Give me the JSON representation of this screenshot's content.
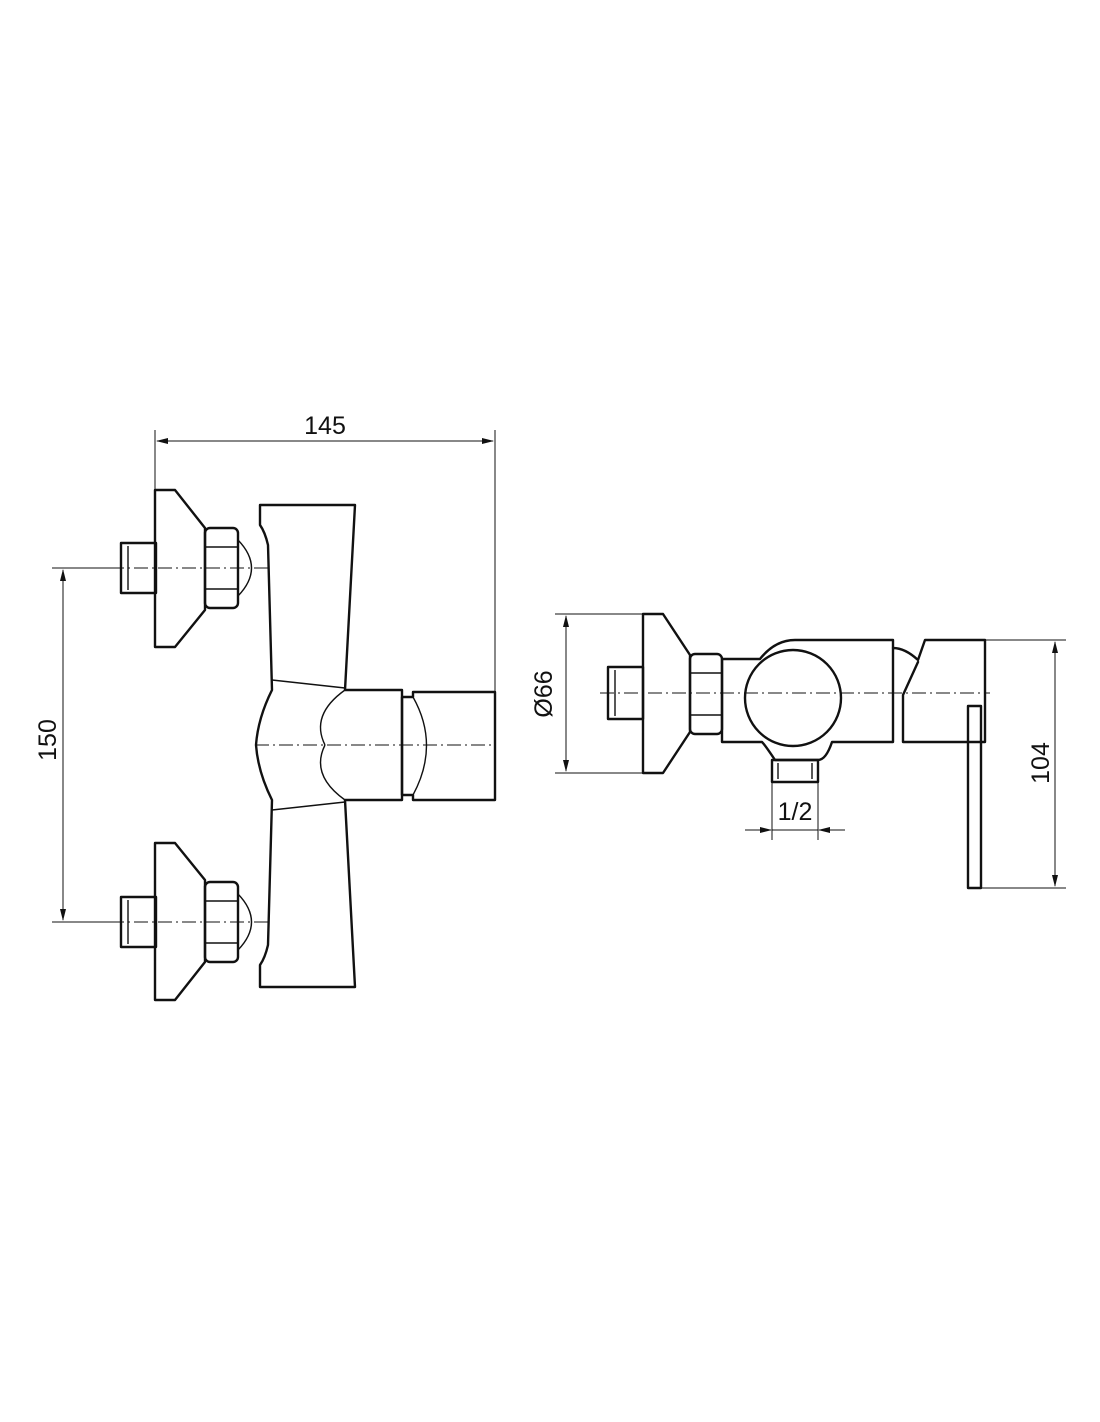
{
  "front_view": {
    "width_label": "145",
    "height_label": "150"
  },
  "side_view": {
    "diameter_label": "Ø66",
    "thread_label": "1/2",
    "depth_label": "104"
  }
}
